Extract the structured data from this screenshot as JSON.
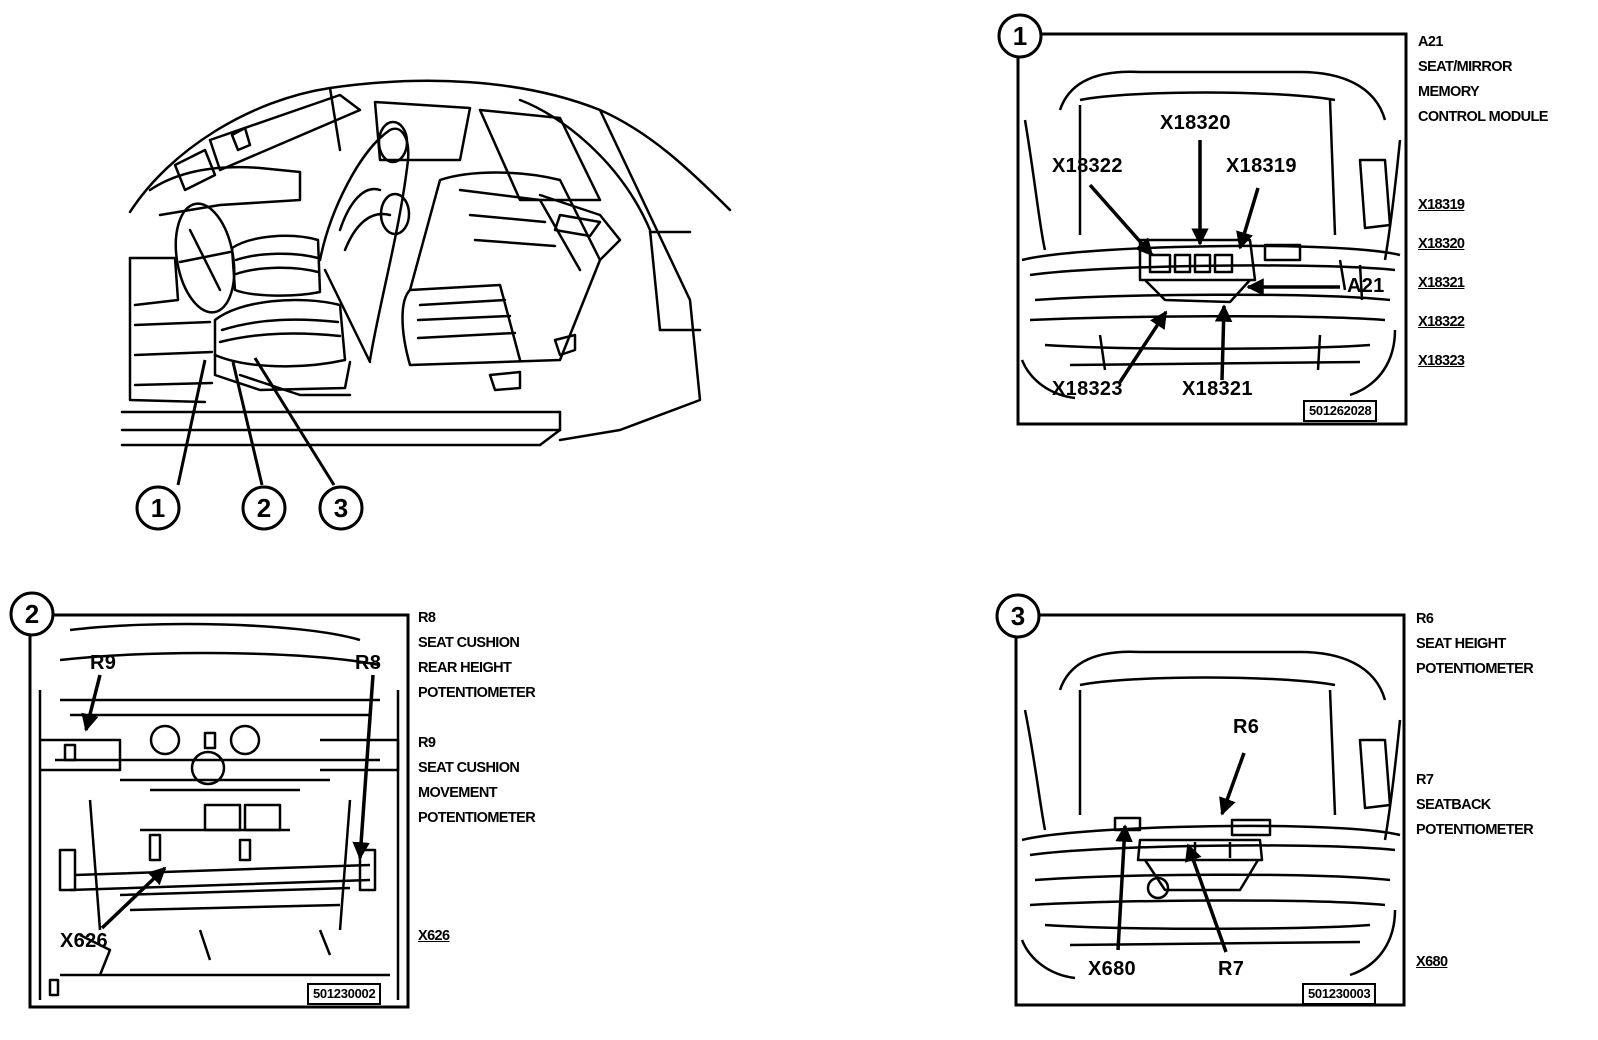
{
  "overview": {
    "callouts": [
      "1",
      "2",
      "3"
    ]
  },
  "panel1": {
    "number": "1",
    "part_no": "501262028",
    "callouts": {
      "x18320": "X18320",
      "x18322": "X18322",
      "x18319": "X18319",
      "a21": "A21",
      "x18323": "X18323",
      "x18321": "X18321"
    },
    "legend": {
      "title_code": "A21",
      "title_lines": [
        "SEAT/MIRROR",
        "MEMORY",
        "CONTROL MODULE"
      ],
      "connectors": [
        "X18319",
        "X18320",
        "X18321",
        "X18322",
        "X18323"
      ]
    }
  },
  "panel2": {
    "number": "2",
    "part_no": "501230002",
    "callouts": {
      "r9": "R9",
      "r8": "R8",
      "x626": "X626"
    },
    "legend": {
      "r8_code": "R8",
      "r8_lines": [
        "SEAT CUSHION",
        "REAR HEIGHT",
        "POTENTIOMETER"
      ],
      "r9_code": "R9",
      "r9_lines": [
        "SEAT CUSHION",
        "MOVEMENT",
        "POTENTIOMETER"
      ],
      "connector": "X626"
    }
  },
  "panel3": {
    "number": "3",
    "part_no": "501230003",
    "callouts": {
      "r6": "R6",
      "x680": "X680",
      "r7": "R7"
    },
    "legend": {
      "r6_code": "R6",
      "r6_lines": [
        "SEAT HEIGHT",
        "POTENTIOMETER"
      ],
      "r7_code": "R7",
      "r7_lines": [
        "SEATBACK",
        "POTENTIOMETER"
      ],
      "connector": "X680"
    }
  }
}
